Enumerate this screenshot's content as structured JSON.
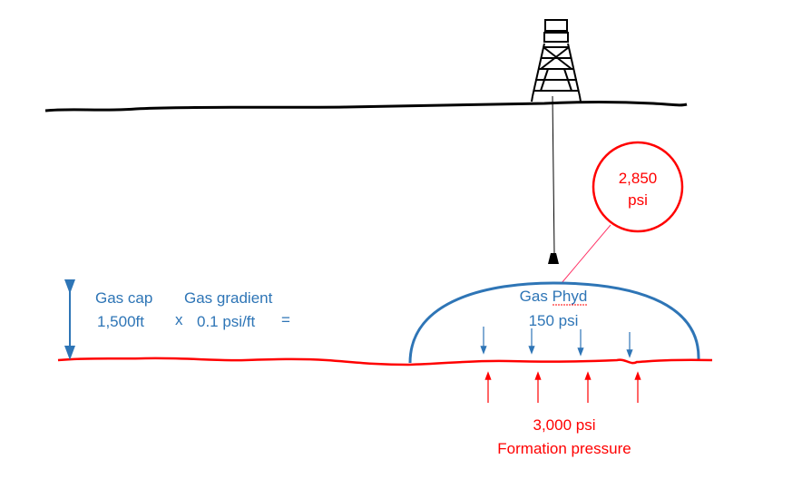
{
  "colors": {
    "gas": "#2e75b6",
    "formation": "#ff0000",
    "ground": "#000000"
  },
  "gas_cap": {
    "label": "Gas cap",
    "value": "1,500ft"
  },
  "operator_multiply": "x",
  "gas_gradient": {
    "label": "Gas gradient",
    "value": "0.1 psi/ft"
  },
  "operator_equals": "=",
  "gas_phyd": {
    "label": "Gas Phyd",
    "value": "150 psi"
  },
  "callout": {
    "value": "2,850",
    "unit": "psi"
  },
  "formation": {
    "value": "3,000 psi",
    "label": "Formation pressure"
  }
}
